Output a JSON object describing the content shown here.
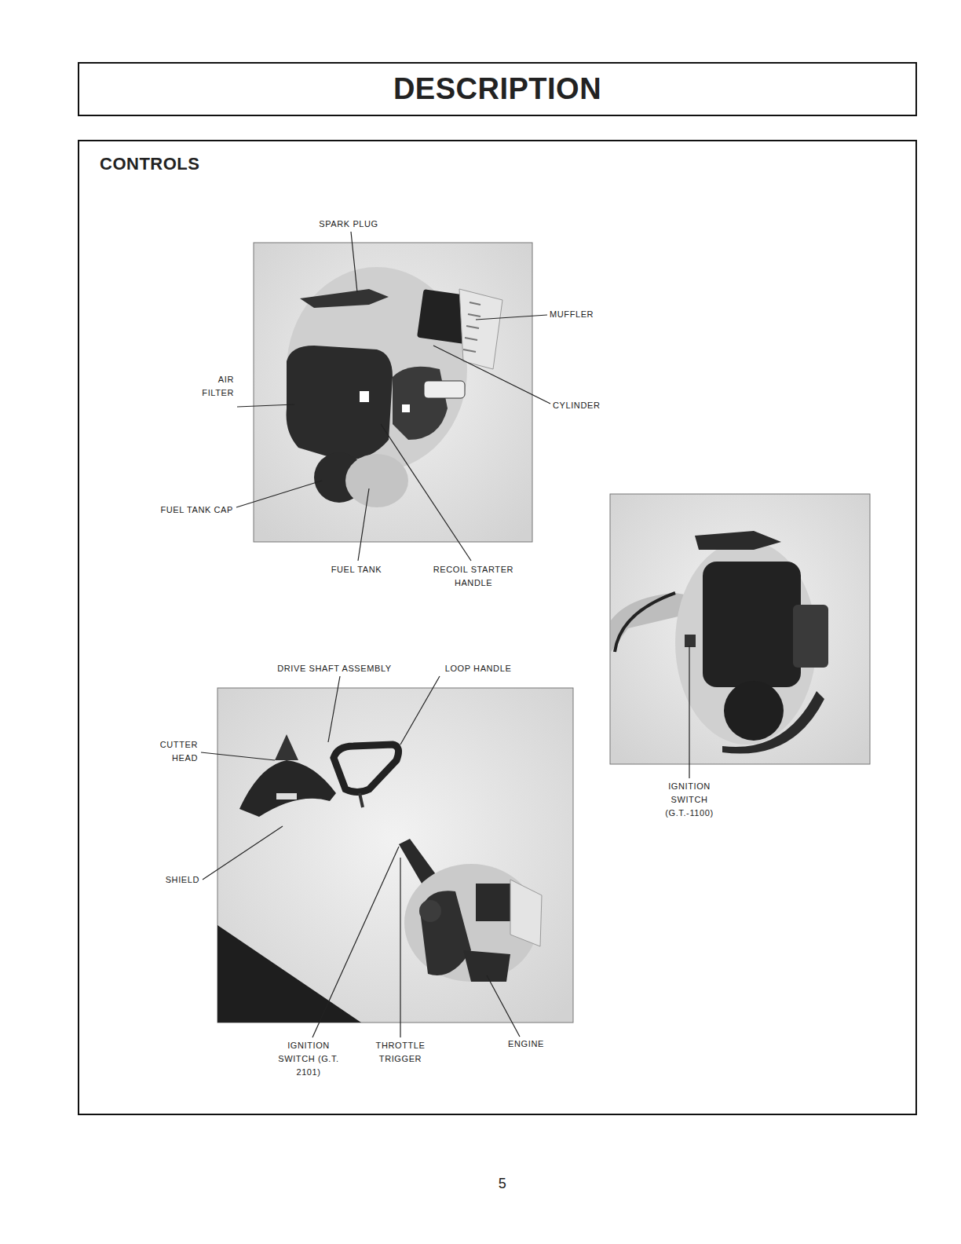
{
  "diagram": {
    "title": "DESCRIPTION",
    "nodes": [
      {
        "text": [
          "CONTROLS"
        ]
      }
    ],
    "labels": [
      "SPARK PLUG",
      "MUFFLER",
      "AIR FILTER",
      "CYLINDER",
      "FUEL TANK CAP",
      "FUEL TANK",
      "RECOIL STARTER HANDLE",
      "DRIVE SHAFT ASSEMBLY",
      "LOOP HANDLE",
      "CUTTER HEAD",
      "SHIELD",
      "IGNITION SWITCH (G.T. 2101)",
      "THROTTLE TRIGGER",
      "ENGINE",
      "IGNITION SWITCH (G.T.-1100)",
      "5"
    ]
  }
}
